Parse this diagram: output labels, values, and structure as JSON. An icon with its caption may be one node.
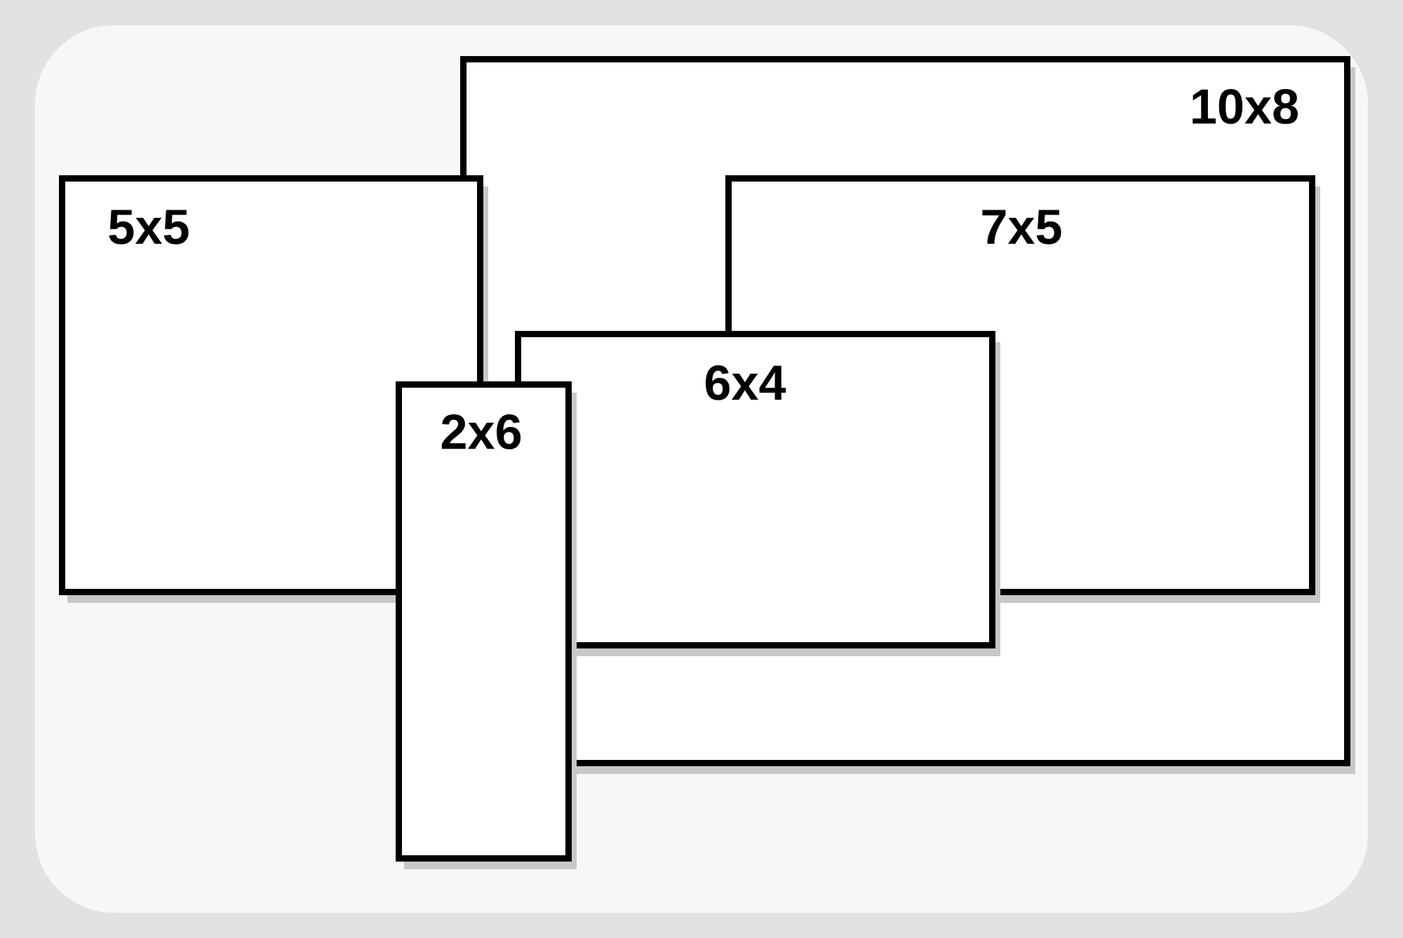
{
  "diagram": {
    "nodes": [
      {
        "text": [
          "10x8"
        ]
      },
      {
        "text": [
          "5x5"
        ]
      },
      {
        "text": [
          "7x5"
        ],
        "in": 0
      },
      {
        "text": [
          "6x4"
        ],
        "in": 0
      },
      {
        "text": [
          "2x6"
        ]
      }
    ]
  }
}
